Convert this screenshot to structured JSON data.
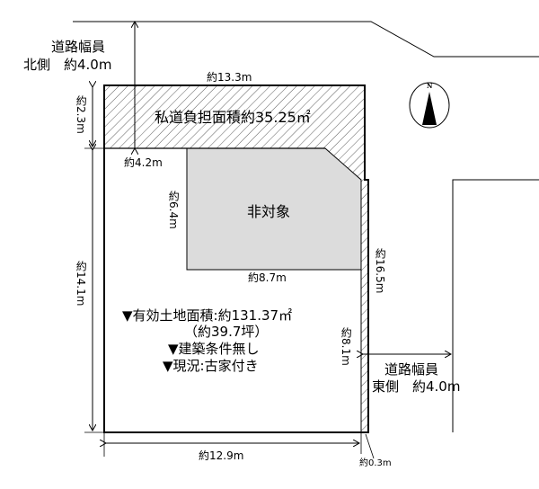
{
  "north_road": {
    "title": "道路幅員",
    "value": "北側　約4.0m"
  },
  "east_road": {
    "title": "道路幅員",
    "value": "東側　約4.0m"
  },
  "compass_label": "N",
  "dimensions": {
    "top": "約13.3m",
    "left_top": "約2.3m",
    "left": "約14.1m",
    "inner_width": "約4.2m",
    "inner_height": "約6.4m",
    "gray_width": "約8.7m",
    "right_total": "約16.5m",
    "right_lower": "約8.1m",
    "bottom": "約12.9m",
    "strip": "約0.3m"
  },
  "private_road_area": "私道負担面積約35.25㎡",
  "excluded_label": "非対象",
  "info": {
    "area": "▼有効土地面積:約131.37㎡",
    "tsubo": "（約39.7坪）",
    "condition": "▼建築条件無し",
    "status": "▼現況:古家付き"
  },
  "colors": {
    "gray": "#dcdcdc",
    "line": "#000000"
  }
}
